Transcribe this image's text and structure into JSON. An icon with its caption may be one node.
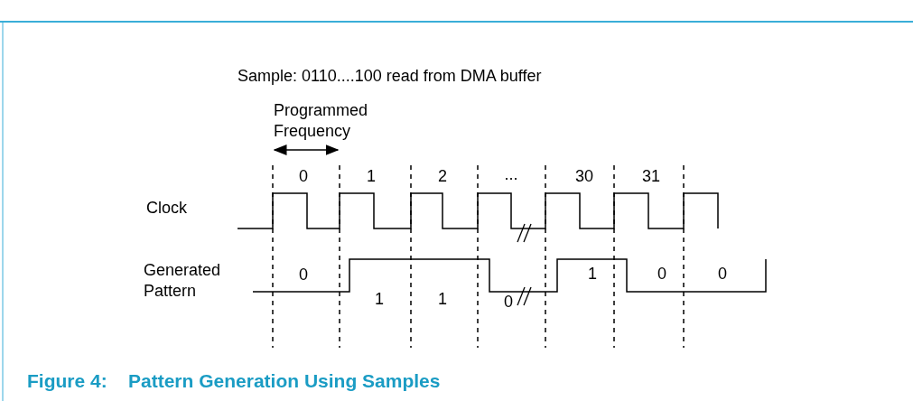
{
  "diagram": {
    "caption": "Figure 4:    Pattern Generation Using Samples",
    "labels": [
      "Sample: 0110....100 read from DMA buffer",
      "Programmed Frequency",
      "0",
      "1",
      "2",
      "...",
      "30",
      "31",
      "Clock",
      "Generated Pattern",
      "0",
      "1",
      "1",
      "0",
      "1",
      "0",
      "0"
    ]
  }
}
